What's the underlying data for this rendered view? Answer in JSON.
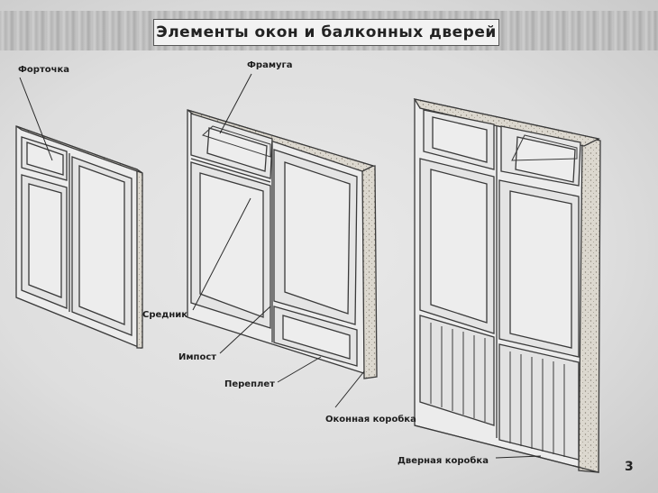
{
  "title": "Элементы окон и балконных дверей",
  "labels": {
    "fortochka": "Форточка",
    "framuga": "Фрамуга",
    "srednik": "Средник",
    "impost": "Импост",
    "pereplet": "Переплет",
    "okonnaya_korobka": "Оконная коробка",
    "dvernaya_korobka": "Дверная коробка"
  },
  "page_number": "3"
}
